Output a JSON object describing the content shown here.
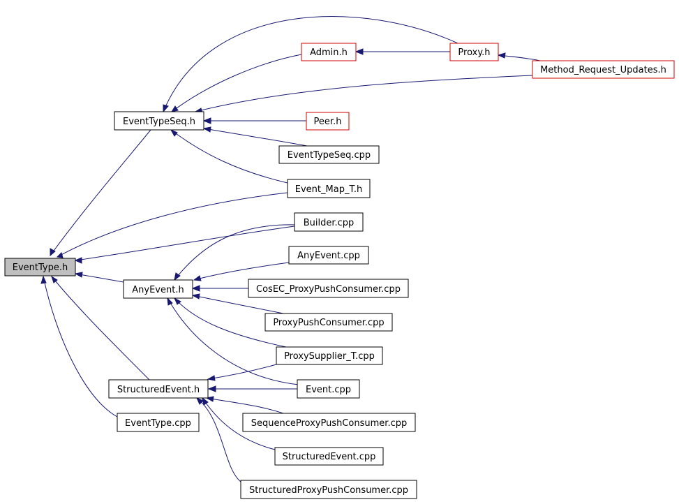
{
  "nodes": {
    "eventtype_h": "EventType.h",
    "eventtypeseq_h": "EventTypeSeq.h",
    "admin_h": "Admin.h",
    "proxy_h": "Proxy.h",
    "method_request_updates_h": "Method_Request_Updates.h",
    "peer_h": "Peer.h",
    "eventtypeseq_cpp": "EventTypeSeq.cpp",
    "event_map_t_h": "Event_Map_T.h",
    "builder_cpp": "Builder.cpp",
    "anyevent_h": "AnyEvent.h",
    "anyevent_cpp": "AnyEvent.cpp",
    "cosec_proxypushconsumer_cpp": "CosEC_ProxyPushConsumer.cpp",
    "proxypushconsumer_cpp": "ProxyPushConsumer.cpp",
    "proxysupplier_t_cpp": "ProxySupplier_T.cpp",
    "event_cpp": "Event.cpp",
    "structuredevent_h": "StructuredEvent.h",
    "eventtype_cpp": "EventType.cpp",
    "sequenceproxypushconsumer_cpp": "SequenceProxyPushConsumer.cpp",
    "structuredevent_cpp": "StructuredEvent.cpp",
    "structuredproxypushconsumer_cpp": "StructuredProxyPushConsumer.cpp"
  },
  "colors": {
    "edge": "#191970",
    "node_border": "#000000",
    "unexpanded_node_border": "#d00000",
    "root_fill": "#bfbfbf"
  }
}
